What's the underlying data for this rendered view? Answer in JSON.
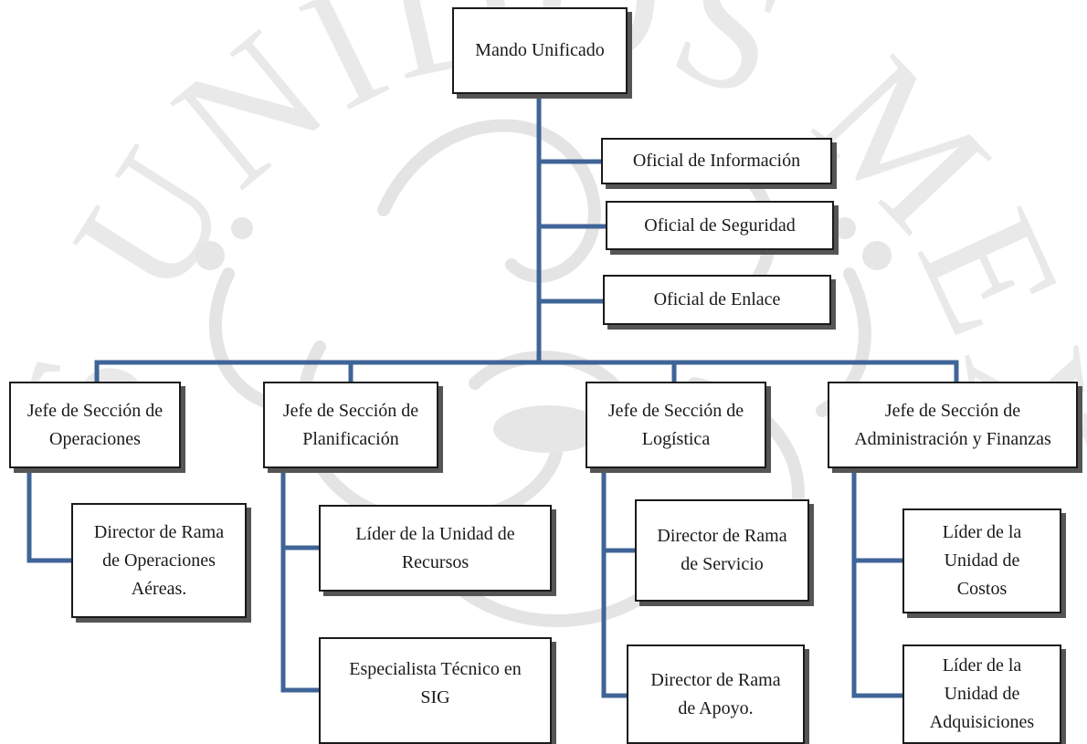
{
  "colors": {
    "connector": "#3f6497",
    "box_border": "#1a1a1a",
    "box_shadow": "#555555",
    "watermark": "#e6e6e6"
  },
  "watermark": {
    "text": "ESTADOS UNIDOS MEXICANOS"
  },
  "org": {
    "root": {
      "lines": [
        "Mando Unificado"
      ]
    },
    "staff": [
      {
        "lines": [
          "Oficial de Información"
        ]
      },
      {
        "lines": [
          "Oficial de Seguridad"
        ]
      },
      {
        "lines": [
          "Oficial de Enlace"
        ]
      }
    ],
    "sections": [
      {
        "lines": [
          "Jefe de Sección de",
          "Operaciones"
        ],
        "units": [
          {
            "lines": [
              "Director de Rama",
              "de Operaciones",
              "Aéreas."
            ]
          }
        ]
      },
      {
        "lines": [
          "Jefe de Sección de",
          "Planificación"
        ],
        "units": [
          {
            "lines": [
              "Líder de la Unidad de",
              "Recursos"
            ]
          },
          {
            "lines": [
              "Especialista Técnico en",
              "SIG"
            ]
          }
        ]
      },
      {
        "lines": [
          "Jefe de Sección de",
          "Logística"
        ],
        "units": [
          {
            "lines": [
              "Director de Rama",
              "de Servicio"
            ]
          },
          {
            "lines": [
              "Director de Rama",
              "de Apoyo."
            ]
          }
        ]
      },
      {
        "lines": [
          "Jefe de Sección de",
          "Administración y Finanzas"
        ],
        "units": [
          {
            "lines": [
              "Líder de la",
              "Unidad de",
              "Costos"
            ]
          },
          {
            "lines": [
              "Líder de la",
              "Unidad de",
              "Adquisiciones"
            ]
          }
        ]
      }
    ]
  }
}
